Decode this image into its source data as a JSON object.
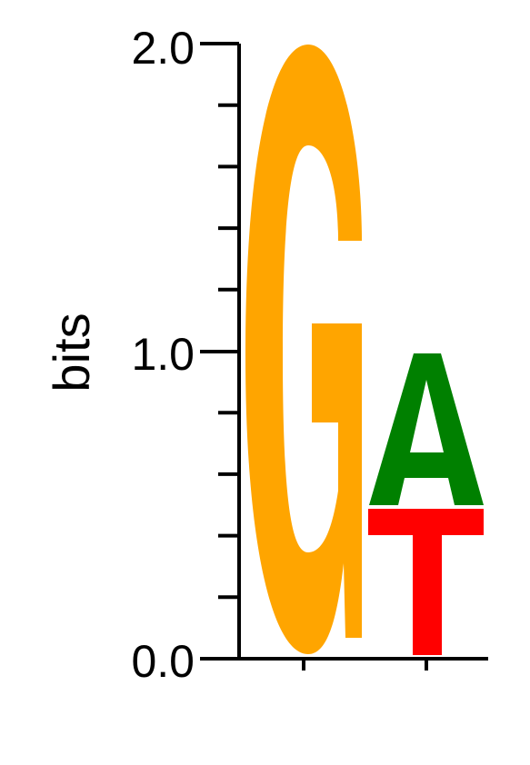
{
  "chart_data": {
    "type": "sequence_logo",
    "ylabel": "bits",
    "ylim": [
      0,
      2
    ],
    "y_tick_labels": [
      "0.0",
      "1.0",
      "2.0"
    ],
    "positions": [
      {
        "stack": [
          {
            "letter": "G",
            "bits": 2.0,
            "color": "#ffa500"
          }
        ]
      },
      {
        "stack": [
          {
            "letter": "T",
            "bits": 0.5,
            "color": "#ff0000"
          },
          {
            "letter": "A",
            "bits": 0.5,
            "color": "#008000"
          }
        ]
      }
    ]
  }
}
